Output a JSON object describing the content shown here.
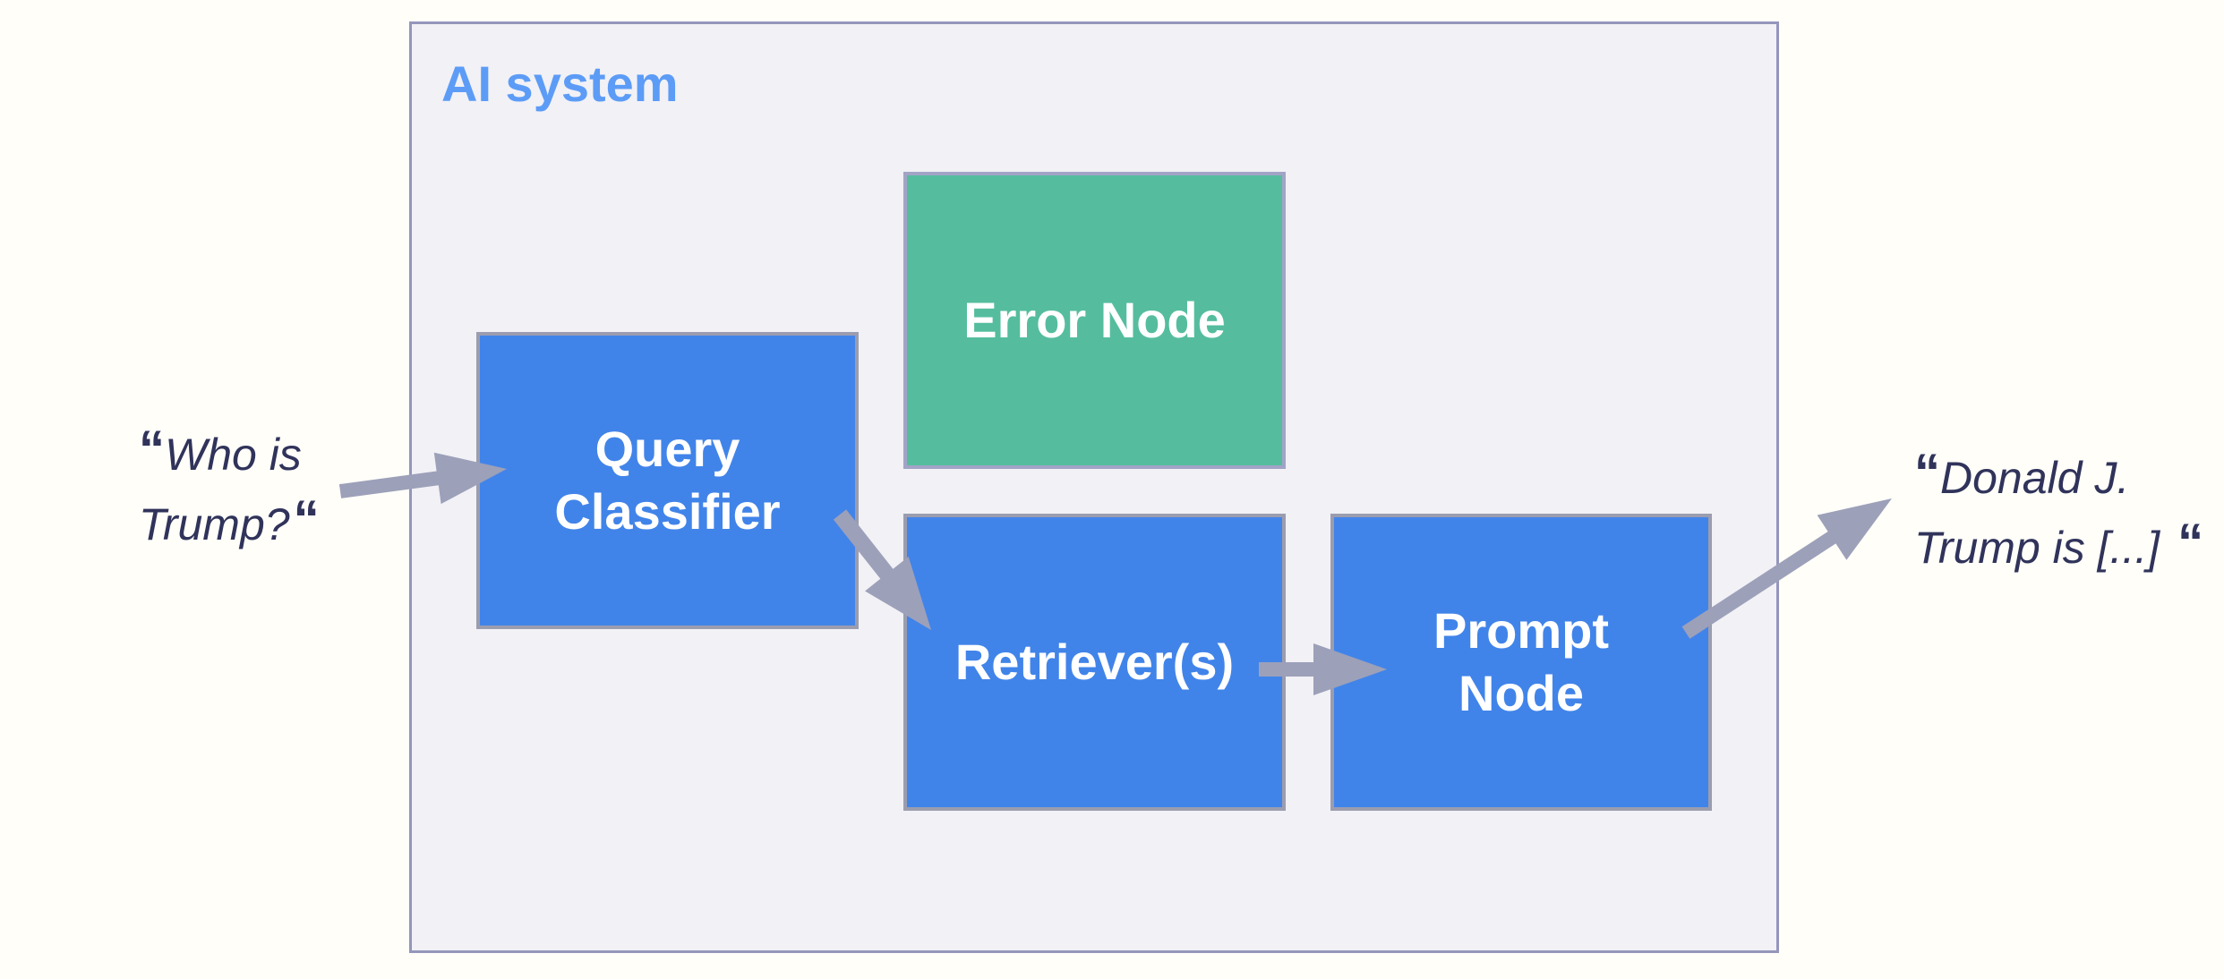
{
  "diagram": {
    "container_title": "AI system",
    "nodes": [
      {
        "name": "query-classifier",
        "label_lines": [
          "Query",
          "Classifier"
        ],
        "color": "blue"
      },
      {
        "name": "error-node",
        "label_lines": [
          "Error Node"
        ],
        "color": "green"
      },
      {
        "name": "retrievers",
        "label_lines": [
          "Retriever(s)"
        ],
        "color": "blue"
      },
      {
        "name": "prompt-node",
        "label_lines": [
          "Prompt",
          "Node"
        ],
        "color": "blue"
      }
    ],
    "arrows": [
      {
        "name": "input-arrow",
        "from": "user query",
        "to": "Query Classifier"
      },
      {
        "name": "classifier-to-retriever-arrow",
        "from": "Query Classifier",
        "to": "Retriever(s)"
      },
      {
        "name": "retriever-to-prompt-arrow",
        "from": "Retriever(s)",
        "to": "Prompt Node"
      },
      {
        "name": "prompt-to-output-arrow",
        "from": "Prompt Node",
        "to": "answer"
      }
    ],
    "input_quote": {
      "open_mark": "“",
      "lines": [
        "Who is",
        "Trump?"
      ],
      "close_mark": "“"
    },
    "output_quote": {
      "open_mark": "“",
      "lines": [
        "Donald J.",
        "Trump is [...]"
      ],
      "close_mark": "“"
    },
    "colors": {
      "page_bg": "#FFFEF9",
      "container_fill": "#F1F1F6",
      "container_border": "#9496BB",
      "node_blue": "#4184E9",
      "node_blue_border": "#9B9DAF",
      "node_green": "#55BD9E",
      "node_green_border": "#A2A4C6",
      "node_label": "#FFFFFF",
      "title": "#5C9CF6",
      "arrow": "#9DA0B9",
      "quote_text": "#30335A"
    }
  }
}
